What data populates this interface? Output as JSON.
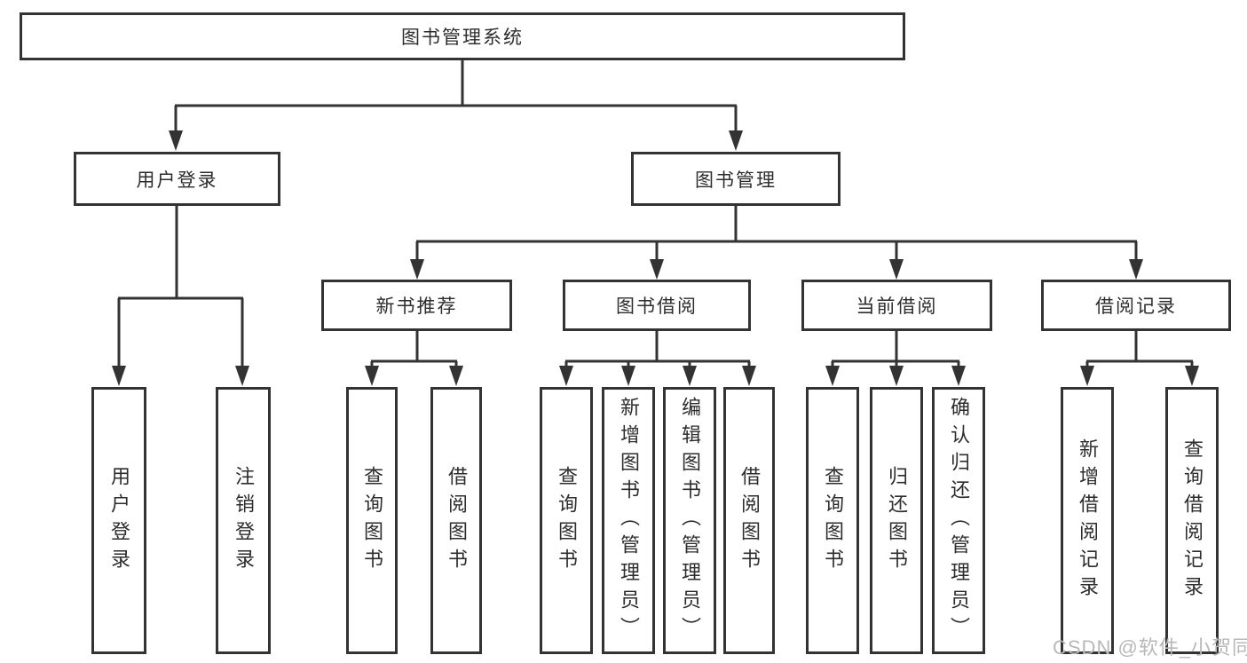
{
  "diagram": {
    "root": {
      "label": "图书管理系统"
    },
    "branches": [
      {
        "label": "用户登录",
        "children": [
          {
            "label": "用户登录"
          },
          {
            "label": "注销登录"
          }
        ]
      },
      {
        "label": "图书管理",
        "children": [
          {
            "label": "新书推荐",
            "children": [
              {
                "label": "查询图书"
              },
              {
                "label": "借阅图书"
              }
            ]
          },
          {
            "label": "图书借阅",
            "children": [
              {
                "label": "查询图书"
              },
              {
                "label": "新增图书（管理员）"
              },
              {
                "label": "编辑图书（管理员）"
              },
              {
                "label": "借阅图书"
              }
            ]
          },
          {
            "label": "当前借阅",
            "children": [
              {
                "label": "查询图书"
              },
              {
                "label": "归还图书"
              },
              {
                "label": "确认归还（管理员）"
              }
            ]
          },
          {
            "label": "借阅记录",
            "children": [
              {
                "label": "新增借阅记录"
              },
              {
                "label": "查询借阅记录"
              }
            ]
          }
        ]
      }
    ],
    "watermark": "CSDN @软件_小贺同学",
    "colors": {
      "line": "#333333",
      "box_border": "#333333",
      "text": "#2d2d2d",
      "watermark": "#b8b8b8",
      "background": "#ffffff"
    }
  }
}
